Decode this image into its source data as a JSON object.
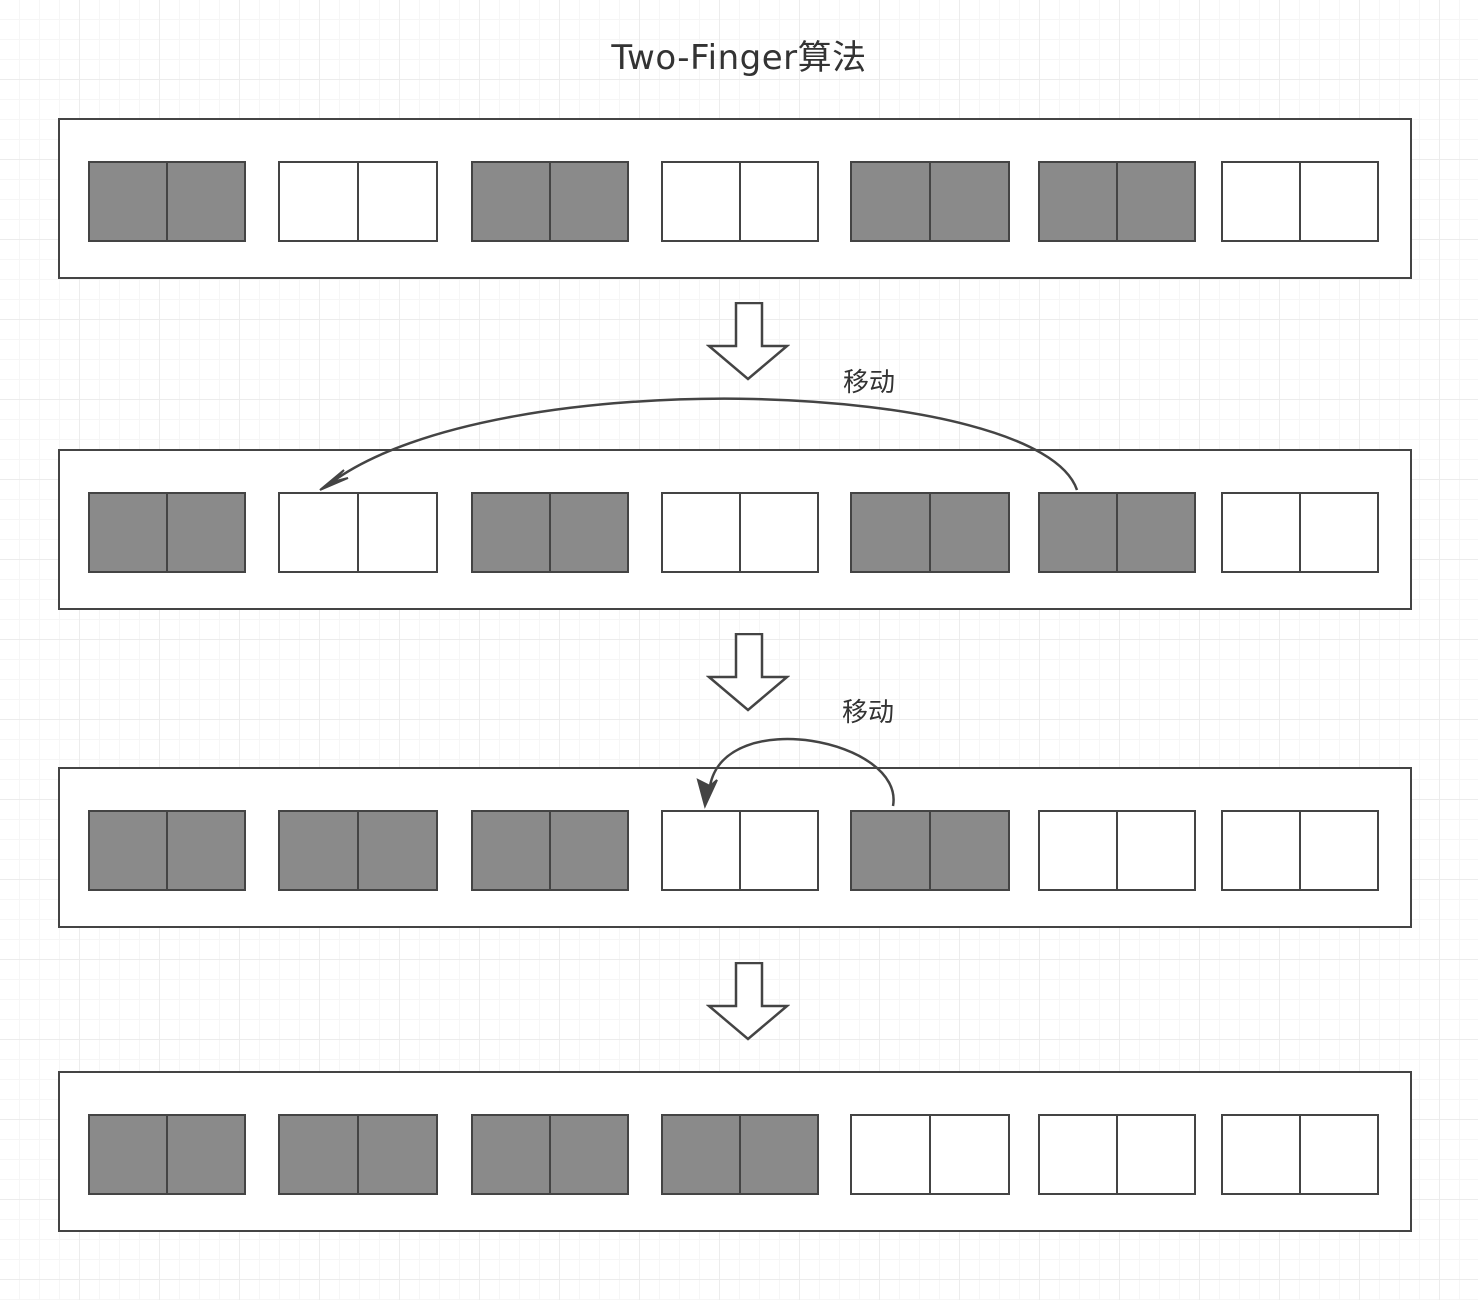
{
  "title": "Two-Finger算法",
  "move_labels": [
    "移动",
    "移动"
  ],
  "colors": {
    "filled": "#8a8a8a",
    "empty": "#ffffff",
    "stroke": "#444444",
    "text": "#333333"
  },
  "rows": [
    {
      "blocks": [
        "filled",
        "empty",
        "filled",
        "empty",
        "filled",
        "filled",
        "empty"
      ]
    },
    {
      "blocks": [
        "filled",
        "empty",
        "filled",
        "empty",
        "filled",
        "filled",
        "empty"
      ]
    },
    {
      "blocks": [
        "filled",
        "filled",
        "filled",
        "empty",
        "filled",
        "empty",
        "empty"
      ]
    },
    {
      "blocks": [
        "filled",
        "filled",
        "filled",
        "filled",
        "empty",
        "empty",
        "empty"
      ]
    }
  ]
}
